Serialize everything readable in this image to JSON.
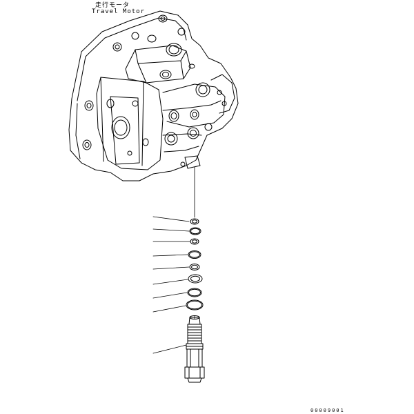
{
  "labels": {
    "title_jp": "走行モータ",
    "title_en": "Travel Motor",
    "drawing_number": "00009001"
  },
  "colors": {
    "line": "#000000",
    "background": "#ffffff"
  },
  "parts": [
    {
      "name": "o-ring-1"
    },
    {
      "name": "o-ring-2"
    },
    {
      "name": "o-ring-3"
    },
    {
      "name": "o-ring-4"
    },
    {
      "name": "o-ring-5"
    },
    {
      "name": "o-ring-6"
    },
    {
      "name": "o-ring-7"
    },
    {
      "name": "o-ring-8"
    },
    {
      "name": "cartridge-valve"
    }
  ]
}
